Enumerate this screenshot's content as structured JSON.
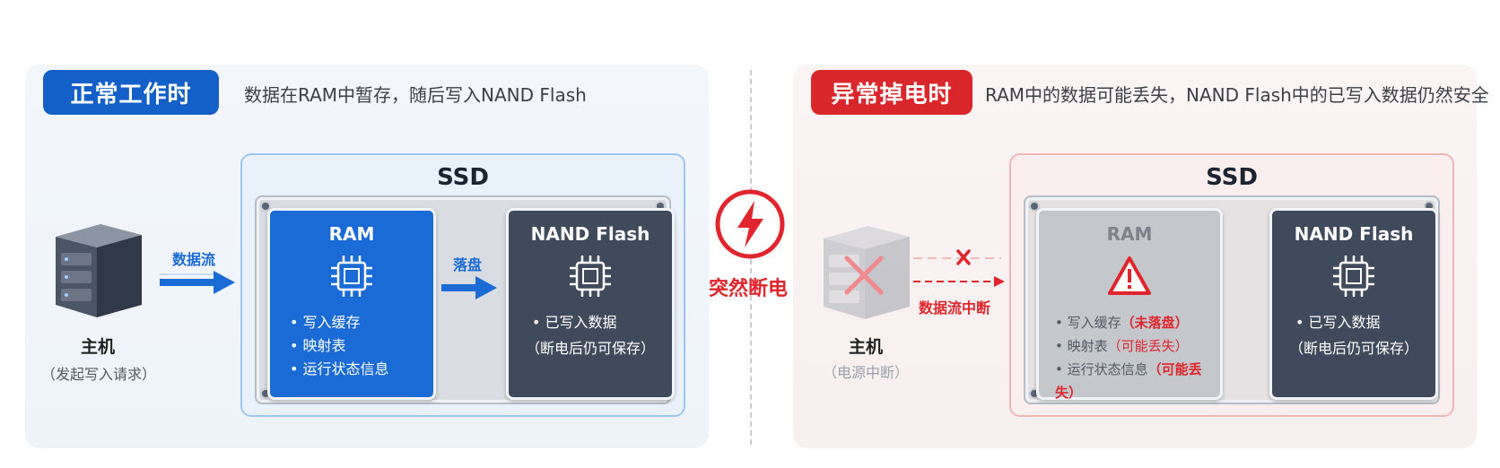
{
  "normal": {
    "tag": "正常工作时",
    "description": "数据在RAM中暂存，随后写入NAND Flash",
    "host_label": "主机",
    "host_sub": "（发起写入请求）",
    "flow_label": "数据流",
    "flush_label": "落盘",
    "ssd_title": "SSD",
    "ram": {
      "title": "RAM",
      "items": [
        "写入缓存",
        "映射表",
        "运行状态信息"
      ]
    },
    "nand": {
      "title": "NAND Flash",
      "item": "已写入数据",
      "note": "（断电后仍可保存）"
    }
  },
  "power_loss": {
    "label": "突然断电"
  },
  "abnormal": {
    "tag": "异常掉电时",
    "description": "RAM中的数据可能丢失，NAND Flash中的已写入数据仍然安全",
    "host_label": "主机",
    "host_sub": "（电源中断）",
    "flow_label": "数据流中断",
    "ssd_title": "SSD",
    "ram": {
      "title": "RAM",
      "items": [
        {
          "text": "写入缓存",
          "status": "（未落盘）"
        },
        {
          "text": "映射表",
          "status": "（可能丢失）"
        },
        {
          "text": "运行状态信息",
          "status": "（可能丢失）"
        }
      ]
    },
    "nand": {
      "title": "NAND Flash",
      "item": "已写入数据",
      "note": "（断电后仍可保存）"
    }
  },
  "colors": {
    "blue": "#1361c8",
    "red": "#d9272c",
    "nand_dark": "#3f4a5c",
    "ram_blue": "#1b6bd6",
    "ram_gray": "#c4c7cc"
  }
}
